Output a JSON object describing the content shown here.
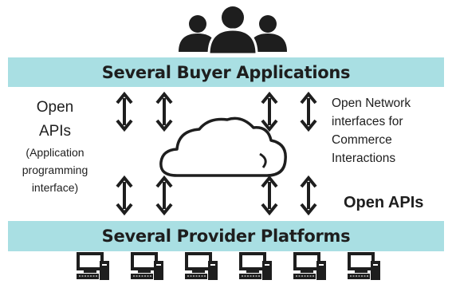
{
  "header_band": {
    "label": "Several Buyer Applications"
  },
  "footer_band": {
    "label": "Several Provider Platforms"
  },
  "left_labels": {
    "line1": "Open",
    "line2": "APIs",
    "paren1": "(Application",
    "paren2": "programming",
    "paren3": "interface)"
  },
  "right_labels": {
    "line1": "Open Network",
    "line2": "interfaces for",
    "line3": "Commerce",
    "line4": "Interactions",
    "bottom": "Open APIs"
  },
  "icons": {
    "top": "people-group-icon",
    "center": "cloud-icon",
    "arrows": "double-arrow-icon",
    "bottom": "computer-icon"
  },
  "colors": {
    "band": "#a9dfe3",
    "ink": "#1e1e1e"
  }
}
